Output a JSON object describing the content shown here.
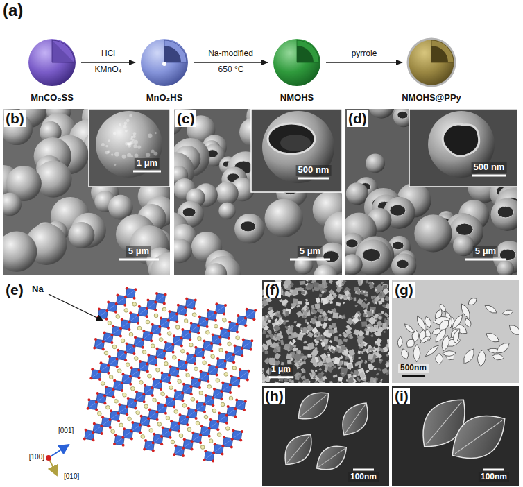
{
  "diagram": {
    "nodes": [
      {
        "text": [
          "MnCO₃SS"
        ]
      },
      {
        "text": [
          "MnO₂HS"
        ]
      },
      {
        "text": [
          "NMOHS"
        ]
      },
      {
        "text": [
          "NMOHS@PPy"
        ]
      }
    ],
    "edges": [
      {
        "from": 0,
        "to": 1,
        "arrow": "to",
        "label": "HCl"
      },
      {
        "from": 1,
        "to": 2,
        "arrow": "to",
        "label": "Na-modified"
      },
      {
        "from": 2,
        "to": 3,
        "arrow": "to",
        "label": "pyrrole"
      }
    ],
    "labels": [
      "(a)",
      "KMnO₄",
      "650 °C",
      "(b)",
      "1 μm",
      "5 μm",
      "(c)",
      "500 nm",
      "5 μm",
      "(d)",
      "500 nm",
      "5 μm",
      "(e)",
      "Na",
      "[001]",
      "[100]",
      "[010]",
      "(f)",
      "1 μm",
      "(g)",
      "500nm",
      "(h)",
      "100nm",
      "(i)",
      "100nm"
    ]
  }
}
